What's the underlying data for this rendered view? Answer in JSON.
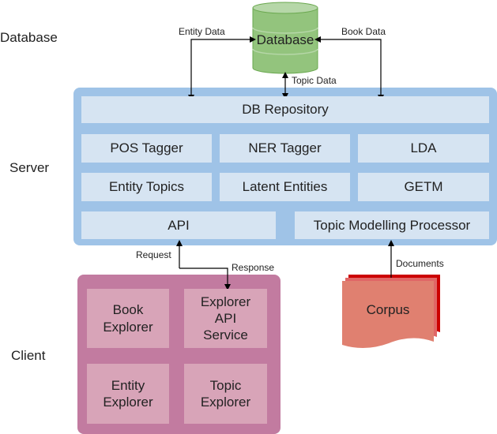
{
  "tiers": {
    "database": "Database",
    "server": "Server",
    "client": "Client"
  },
  "database": {
    "label": "Database"
  },
  "server": {
    "repository": "DB Repository",
    "row1": [
      "POS Tagger",
      "NER Tagger",
      "LDA"
    ],
    "row2": [
      "Entity Topics",
      "Latent Entities",
      "GETM"
    ],
    "api": "API",
    "topic_processor": "Topic Modelling Processor"
  },
  "client": {
    "book_explorer": "Book Explorer",
    "explorer_api_service": "Explorer API Service",
    "entity_explorer": "Entity Explorer",
    "topic_explorer": "Topic Explorer"
  },
  "corpus": {
    "label": "Corpus"
  },
  "flows": {
    "entity_data": "Entity Data",
    "book_data": "Book Data",
    "topic_data": "Topic Data",
    "request": "Request",
    "response": "Response",
    "documents": "Documents"
  },
  "colors": {
    "server_panel": "#9fc3e7",
    "server_box": "#d6e4f2",
    "client_panel": "#c27ba0",
    "client_box": "#d8a4b8",
    "database": "#93c47d",
    "corpus": "#e06666"
  }
}
